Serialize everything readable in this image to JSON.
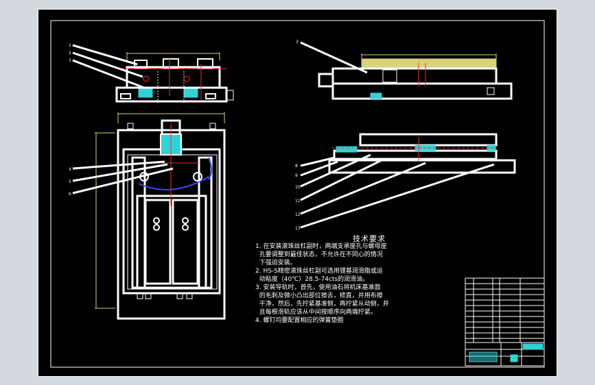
{
  "tech_requirements": {
    "title": "技术要求",
    "lines": [
      "1. 在安装滚珠丝杠副时，两端支承座孔与螺母座",
      "  孔要调整到最佳状态，不允许在不同心的情况",
      "  下强迫安装。",
      "2. HS-S精密滚珠丝杠副可选用锂基润滑脂或运",
      "  动粘度（40℃）28.5-74cts的润滑油。",
      "3. 安装导轨时，首先，使用油石将机床基准面",
      "  的毛刺及微小凸出部位擦去，修直，并用布擦",
      "  干净，然后，先拧紧基准侧，再拧紧从动侧，并",
      "  且每根滑轨应该从中间按顺序向两端拧紧。",
      "4. 螺钉均要配置相应的弹簧垫圈"
    ]
  },
  "balloons": {
    "top_left": [
      "1",
      "2",
      "3"
    ],
    "top_right": [
      "3"
    ],
    "middle_left": [
      "4",
      "5",
      "6"
    ],
    "right_lower": [
      "8",
      "9",
      "10",
      "11",
      "12",
      "13"
    ]
  },
  "colors": {
    "background": "#000000",
    "line": "#ffffff",
    "accent_cyan": "#2fd3d6",
    "accent_red": "#ff2a2a",
    "accent_yellow": "#d8d27a",
    "accent_blue": "#3a4dff"
  }
}
